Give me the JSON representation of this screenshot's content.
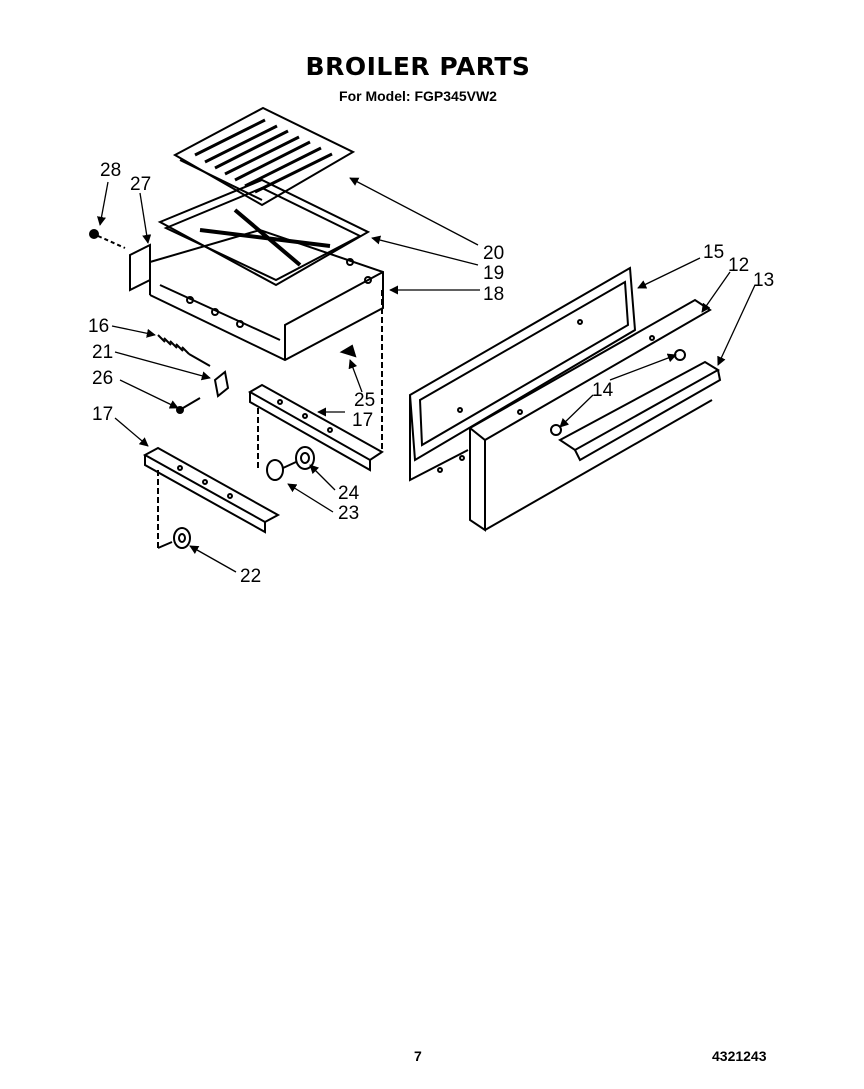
{
  "header": {
    "title": "BROILER PARTS",
    "subtitle": "For Model: FGP345VW2"
  },
  "footer": {
    "page_number": "7",
    "document_number": "4321243"
  },
  "callouts": [
    {
      "id": "c28",
      "label": "28"
    },
    {
      "id": "c27",
      "label": "27"
    },
    {
      "id": "c20",
      "label": "20"
    },
    {
      "id": "c19",
      "label": "19"
    },
    {
      "id": "c18",
      "label": "18"
    },
    {
      "id": "c16",
      "label": "16"
    },
    {
      "id": "c21",
      "label": "21"
    },
    {
      "id": "c26",
      "label": "26"
    },
    {
      "id": "c25",
      "label": "25"
    },
    {
      "id": "c17a",
      "label": "17"
    },
    {
      "id": "c17b",
      "label": "17"
    },
    {
      "id": "c24",
      "label": "24"
    },
    {
      "id": "c23",
      "label": "23"
    },
    {
      "id": "c22",
      "label": "22"
    },
    {
      "id": "c15",
      "label": "15"
    },
    {
      "id": "c12",
      "label": "12"
    },
    {
      "id": "c13",
      "label": "13"
    },
    {
      "id": "c14",
      "label": "14"
    }
  ]
}
